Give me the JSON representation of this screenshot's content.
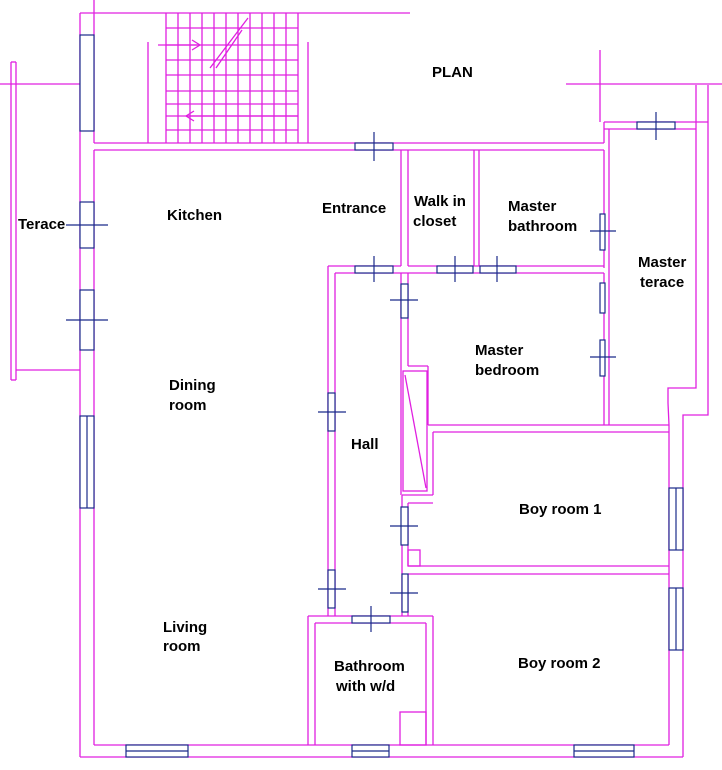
{
  "title": "PLAN",
  "colors": {
    "wall": "#e020e0",
    "fixture": "#1a2a8a",
    "text": "#000000",
    "background": "#ffffff"
  },
  "rooms": {
    "terace": [
      "Terace"
    ],
    "kitchen": [
      "Kitchen"
    ],
    "entrance": [
      "Entrance"
    ],
    "walk_in_closet": [
      "Walk in",
      "closet"
    ],
    "master_bathroom": [
      "Master",
      "bathroom"
    ],
    "master_terace": [
      "Master",
      "terace"
    ],
    "dining_room": [
      "Dining",
      "room"
    ],
    "master_bedroom": [
      "Master",
      "bedroom"
    ],
    "hall": [
      "Hall"
    ],
    "boy_room_1": [
      "Boy room 1"
    ],
    "living_room": [
      "Living",
      "room"
    ],
    "bathroom_wd": [
      "Bathroom",
      "with w/d"
    ],
    "boy_room_2": [
      "Boy room 2"
    ]
  }
}
